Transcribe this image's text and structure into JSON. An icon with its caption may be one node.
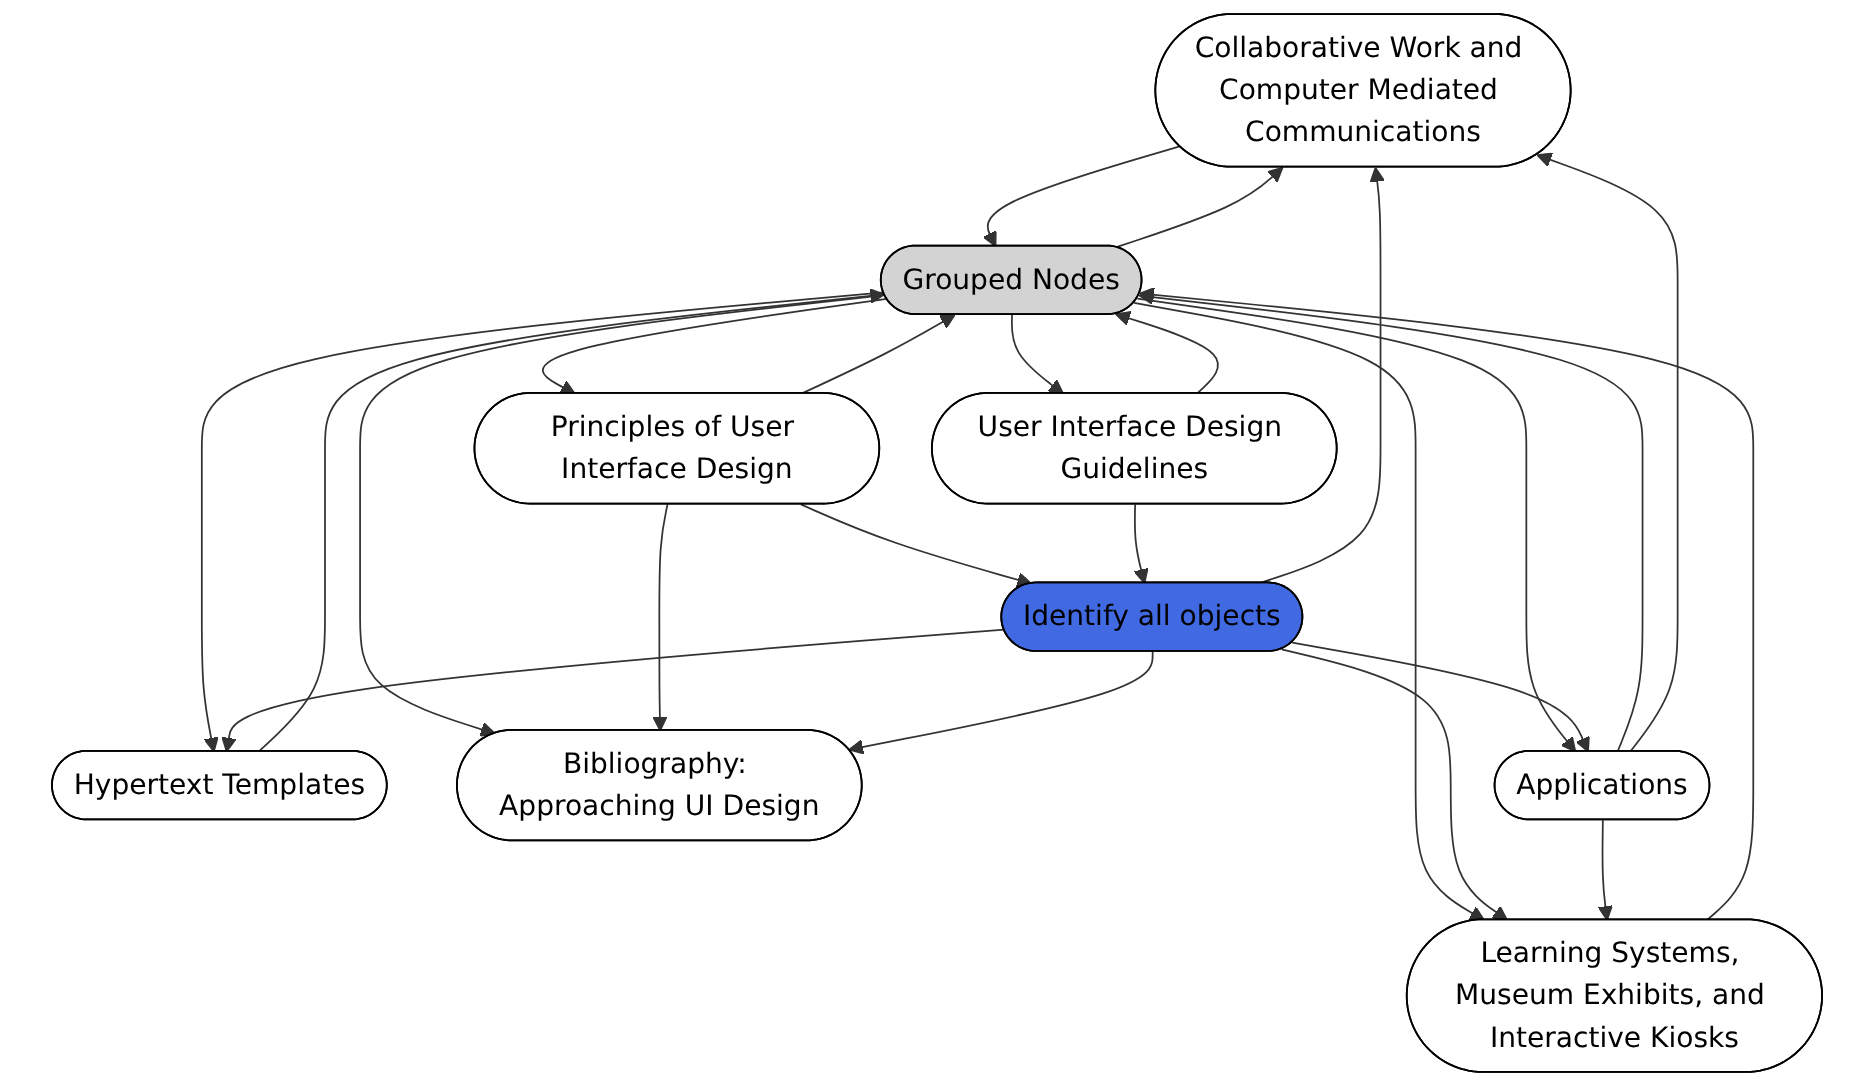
{
  "diagram": {
    "nodes": [
      {
        "text": [
          "Collaborative Work and Computer Mediated Communications"
        ]
      },
      {
        "text": [
          "Grouped Nodes"
        ]
      },
      {
        "text": [
          "Principles of User Interface Design"
        ]
      },
      {
        "text": [
          "User Interface Design Guidelines"
        ]
      },
      {
        "text": [
          "Identify all objects"
        ]
      },
      {
        "text": [
          "Hypertext Templates"
        ]
      },
      {
        "text": [
          "Bibliography: Approaching UI Design"
        ]
      },
      {
        "text": [
          "Applications"
        ]
      },
      {
        "text": [
          "Learning Systems, Museum Exhibits, and Interactive Kiosks"
        ]
      }
    ],
    "edges": [
      {
        "from": 1,
        "to": 0,
        "arrow": "to"
      },
      {
        "from": 0,
        "to": 1,
        "arrow": "to"
      },
      {
        "from": 1,
        "to": 2,
        "arrow": "to"
      },
      {
        "from": 2,
        "to": 1,
        "arrow": "to"
      },
      {
        "from": 1,
        "to": 3,
        "arrow": "to"
      },
      {
        "from": 3,
        "to": 1,
        "arrow": "to"
      },
      {
        "from": 1,
        "to": 7,
        "arrow": "to"
      },
      {
        "from": 7,
        "to": 1,
        "arrow": "to"
      },
      {
        "from": 7,
        "to": 0,
        "arrow": "to"
      },
      {
        "from": 4,
        "to": 0,
        "arrow": "to"
      },
      {
        "from": 1,
        "to": 5,
        "arrow": "to"
      },
      {
        "from": 5,
        "to": 1,
        "arrow": "to"
      },
      {
        "from": 1,
        "to": 6,
        "arrow": "to"
      },
      {
        "from": 1,
        "to": 8,
        "arrow": "to"
      },
      {
        "from": 8,
        "to": 1,
        "arrow": "to"
      },
      {
        "from": 2,
        "to": 4,
        "arrow": "to"
      },
      {
        "from": 2,
        "to": 6,
        "arrow": "to"
      },
      {
        "from": 3,
        "to": 4,
        "arrow": "to"
      },
      {
        "from": 4,
        "to": 5,
        "arrow": "to"
      },
      {
        "from": 4,
        "to": 6,
        "arrow": "to"
      },
      {
        "from": 4,
        "to": 7,
        "arrow": "to"
      },
      {
        "from": 4,
        "to": 8,
        "arrow": "to"
      },
      {
        "from": 7,
        "to": 8,
        "arrow": "to"
      }
    ]
  }
}
